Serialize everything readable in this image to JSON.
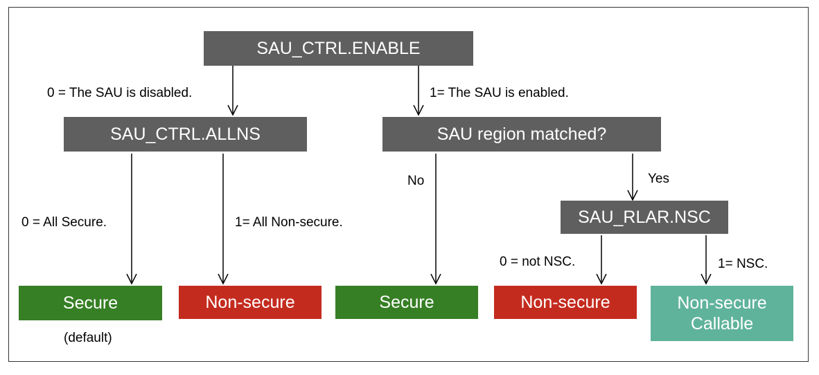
{
  "colors": {
    "decision": "#5f5f5f",
    "secure": "#367f25",
    "non_secure": "#c42b1f",
    "nsc": "#5fb39a"
  },
  "nodes": {
    "sau_ctrl_enable": "SAU_CTRL.ENABLE",
    "sau_ctrl_allns": "SAU_CTRL.ALLNS",
    "sau_region_matched": "SAU region matched?",
    "sau_rlar_nsc": "SAU_RLAR.NSC",
    "secure_1": "Secure",
    "non_secure_1": "Non-secure",
    "secure_2": "Secure",
    "non_secure_2": "Non-secure",
    "nsc_line1": "Non-secure",
    "nsc_line2": "Callable"
  },
  "labels": {
    "sau_disabled": "0 = The SAU is disabled.",
    "sau_enabled": "1= The SAU is enabled.",
    "all_secure": "0 = All Secure.",
    "all_non_secure": "1= All Non-secure.",
    "no": "No",
    "yes": "Yes",
    "not_nsc": "0 = not NSC.",
    "nsc": "1= NSC.",
    "default": "(default)"
  }
}
